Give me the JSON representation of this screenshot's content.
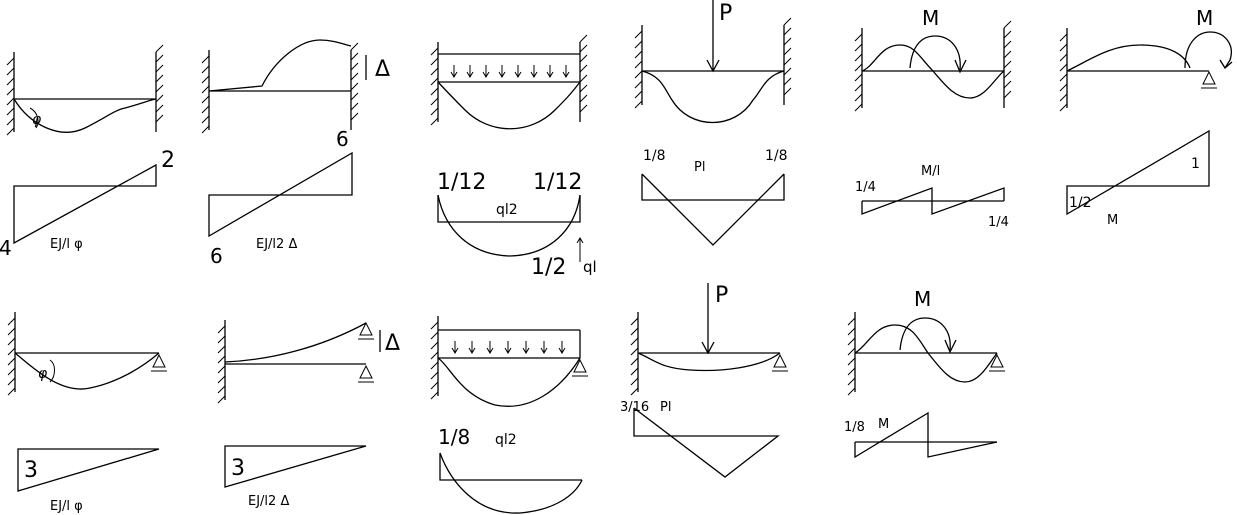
{
  "row1": {
    "c1": {
      "coef_right": "2",
      "coef_left": "4",
      "caption": "EJ/l φ",
      "rotation_symbol": "φ"
    },
    "c2": {
      "coef_top": "6",
      "coef_bottom": "6",
      "caption": "EJ/l2 Δ",
      "displacement_label": "Δ"
    },
    "c3": {
      "coef_left": "1/12",
      "coef_right": "1/12",
      "center_label": "ql2",
      "coef_bottom": "1/2",
      "shear_label": "ql"
    },
    "c4": {
      "load_label": "P",
      "coef_left": "1/8",
      "coef_right": "1/8",
      "center_label": "Pl"
    },
    "c5": {
      "moment_label": "M",
      "coef_left": "1/4",
      "center_label": "M/l",
      "coef_right": "1/4"
    },
    "c6": {
      "moment_label": "M",
      "coef_right": "1",
      "coef_left": "1/2",
      "center_label": "M"
    }
  },
  "row2": {
    "c1": {
      "coef": "3",
      "caption": "EJ/l φ",
      "rotation_symbol": "φ"
    },
    "c2": {
      "coef": "3",
      "caption": "EJ/l2 Δ",
      "displacement_label": "Δ"
    },
    "c3": {
      "coef": "1/8",
      "center_label": "ql2"
    },
    "c4": {
      "load_label": "P",
      "coef": "3/16",
      "center_label": "Pl"
    },
    "c5": {
      "moment_label": "M",
      "coef": "1/8",
      "center_label": "M"
    }
  }
}
